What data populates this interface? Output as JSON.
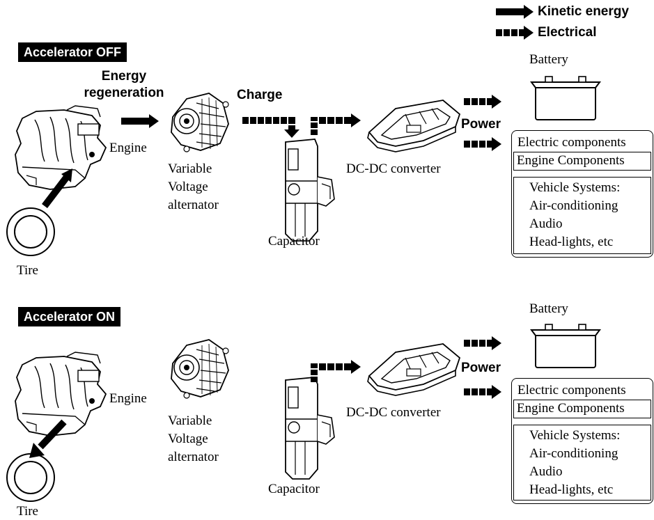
{
  "legend": {
    "kinetic": "Kinetic energy",
    "electrical": "Electrical"
  },
  "panels": [
    {
      "header": "Accelerator OFF",
      "energy_regeneration": "Energy regeneration",
      "charge": "Charge",
      "power": "Power",
      "engine": "Engine",
      "alternator": [
        "Variable",
        "Voltage",
        "alternator"
      ],
      "capacitor": "Capacitor",
      "dcdc": "DC-DC converter",
      "battery": "Battery",
      "tire": "Tire",
      "electric_components": "Electric components",
      "engine_components": "Engine Components",
      "vehicle_systems": [
        "Vehicle Systems:",
        "Air-conditioning",
        "Audio",
        "Head-lights, etc"
      ]
    },
    {
      "header": "Accelerator ON",
      "power": "Power",
      "engine": "Engine",
      "alternator": [
        "Variable",
        "Voltage",
        "alternator"
      ],
      "capacitor": "Capacitor",
      "dcdc": "DC-DC converter",
      "battery": "Battery",
      "tire": "Tire",
      "electric_components": "Electric components",
      "engine_components": "Engine Components",
      "vehicle_systems": [
        "Vehicle Systems:",
        "Air-conditioning",
        "Audio",
        "Head-lights, etc"
      ]
    }
  ],
  "colors": {
    "ink": "#000000",
    "paper": "#ffffff"
  },
  "icons": [
    "engine-icon",
    "alternator-icon",
    "capacitor-icon",
    "dcdc-converter-icon",
    "battery-icon",
    "tire-icon"
  ]
}
